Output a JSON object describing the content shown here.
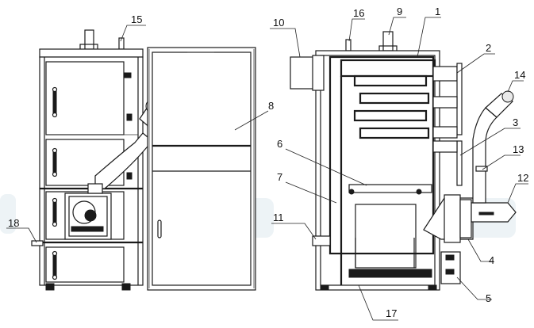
{
  "callouts": [
    {
      "id": "1",
      "label": "1"
    },
    {
      "id": "2",
      "label": "2"
    },
    {
      "id": "3",
      "label": "3"
    },
    {
      "id": "4",
      "label": "4"
    },
    {
      "id": "5",
      "label": "5"
    },
    {
      "id": "6",
      "label": "6"
    },
    {
      "id": "7",
      "label": "7"
    },
    {
      "id": "8",
      "label": "8"
    },
    {
      "id": "9",
      "label": "9"
    },
    {
      "id": "10",
      "label": "10"
    },
    {
      "id": "11",
      "label": "11"
    },
    {
      "id": "12",
      "label": "12"
    },
    {
      "id": "13",
      "label": "13"
    },
    {
      "id": "14",
      "label": "14"
    },
    {
      "id": "15",
      "label": "15"
    },
    {
      "id": "16",
      "label": "16"
    },
    {
      "id": "17",
      "label": "17"
    },
    {
      "id": "18",
      "label": "18"
    }
  ],
  "colors": {
    "line": "#1a1a1a",
    "watermark": "#dfe9ee"
  },
  "icons": [
    "watermark-logo"
  ]
}
